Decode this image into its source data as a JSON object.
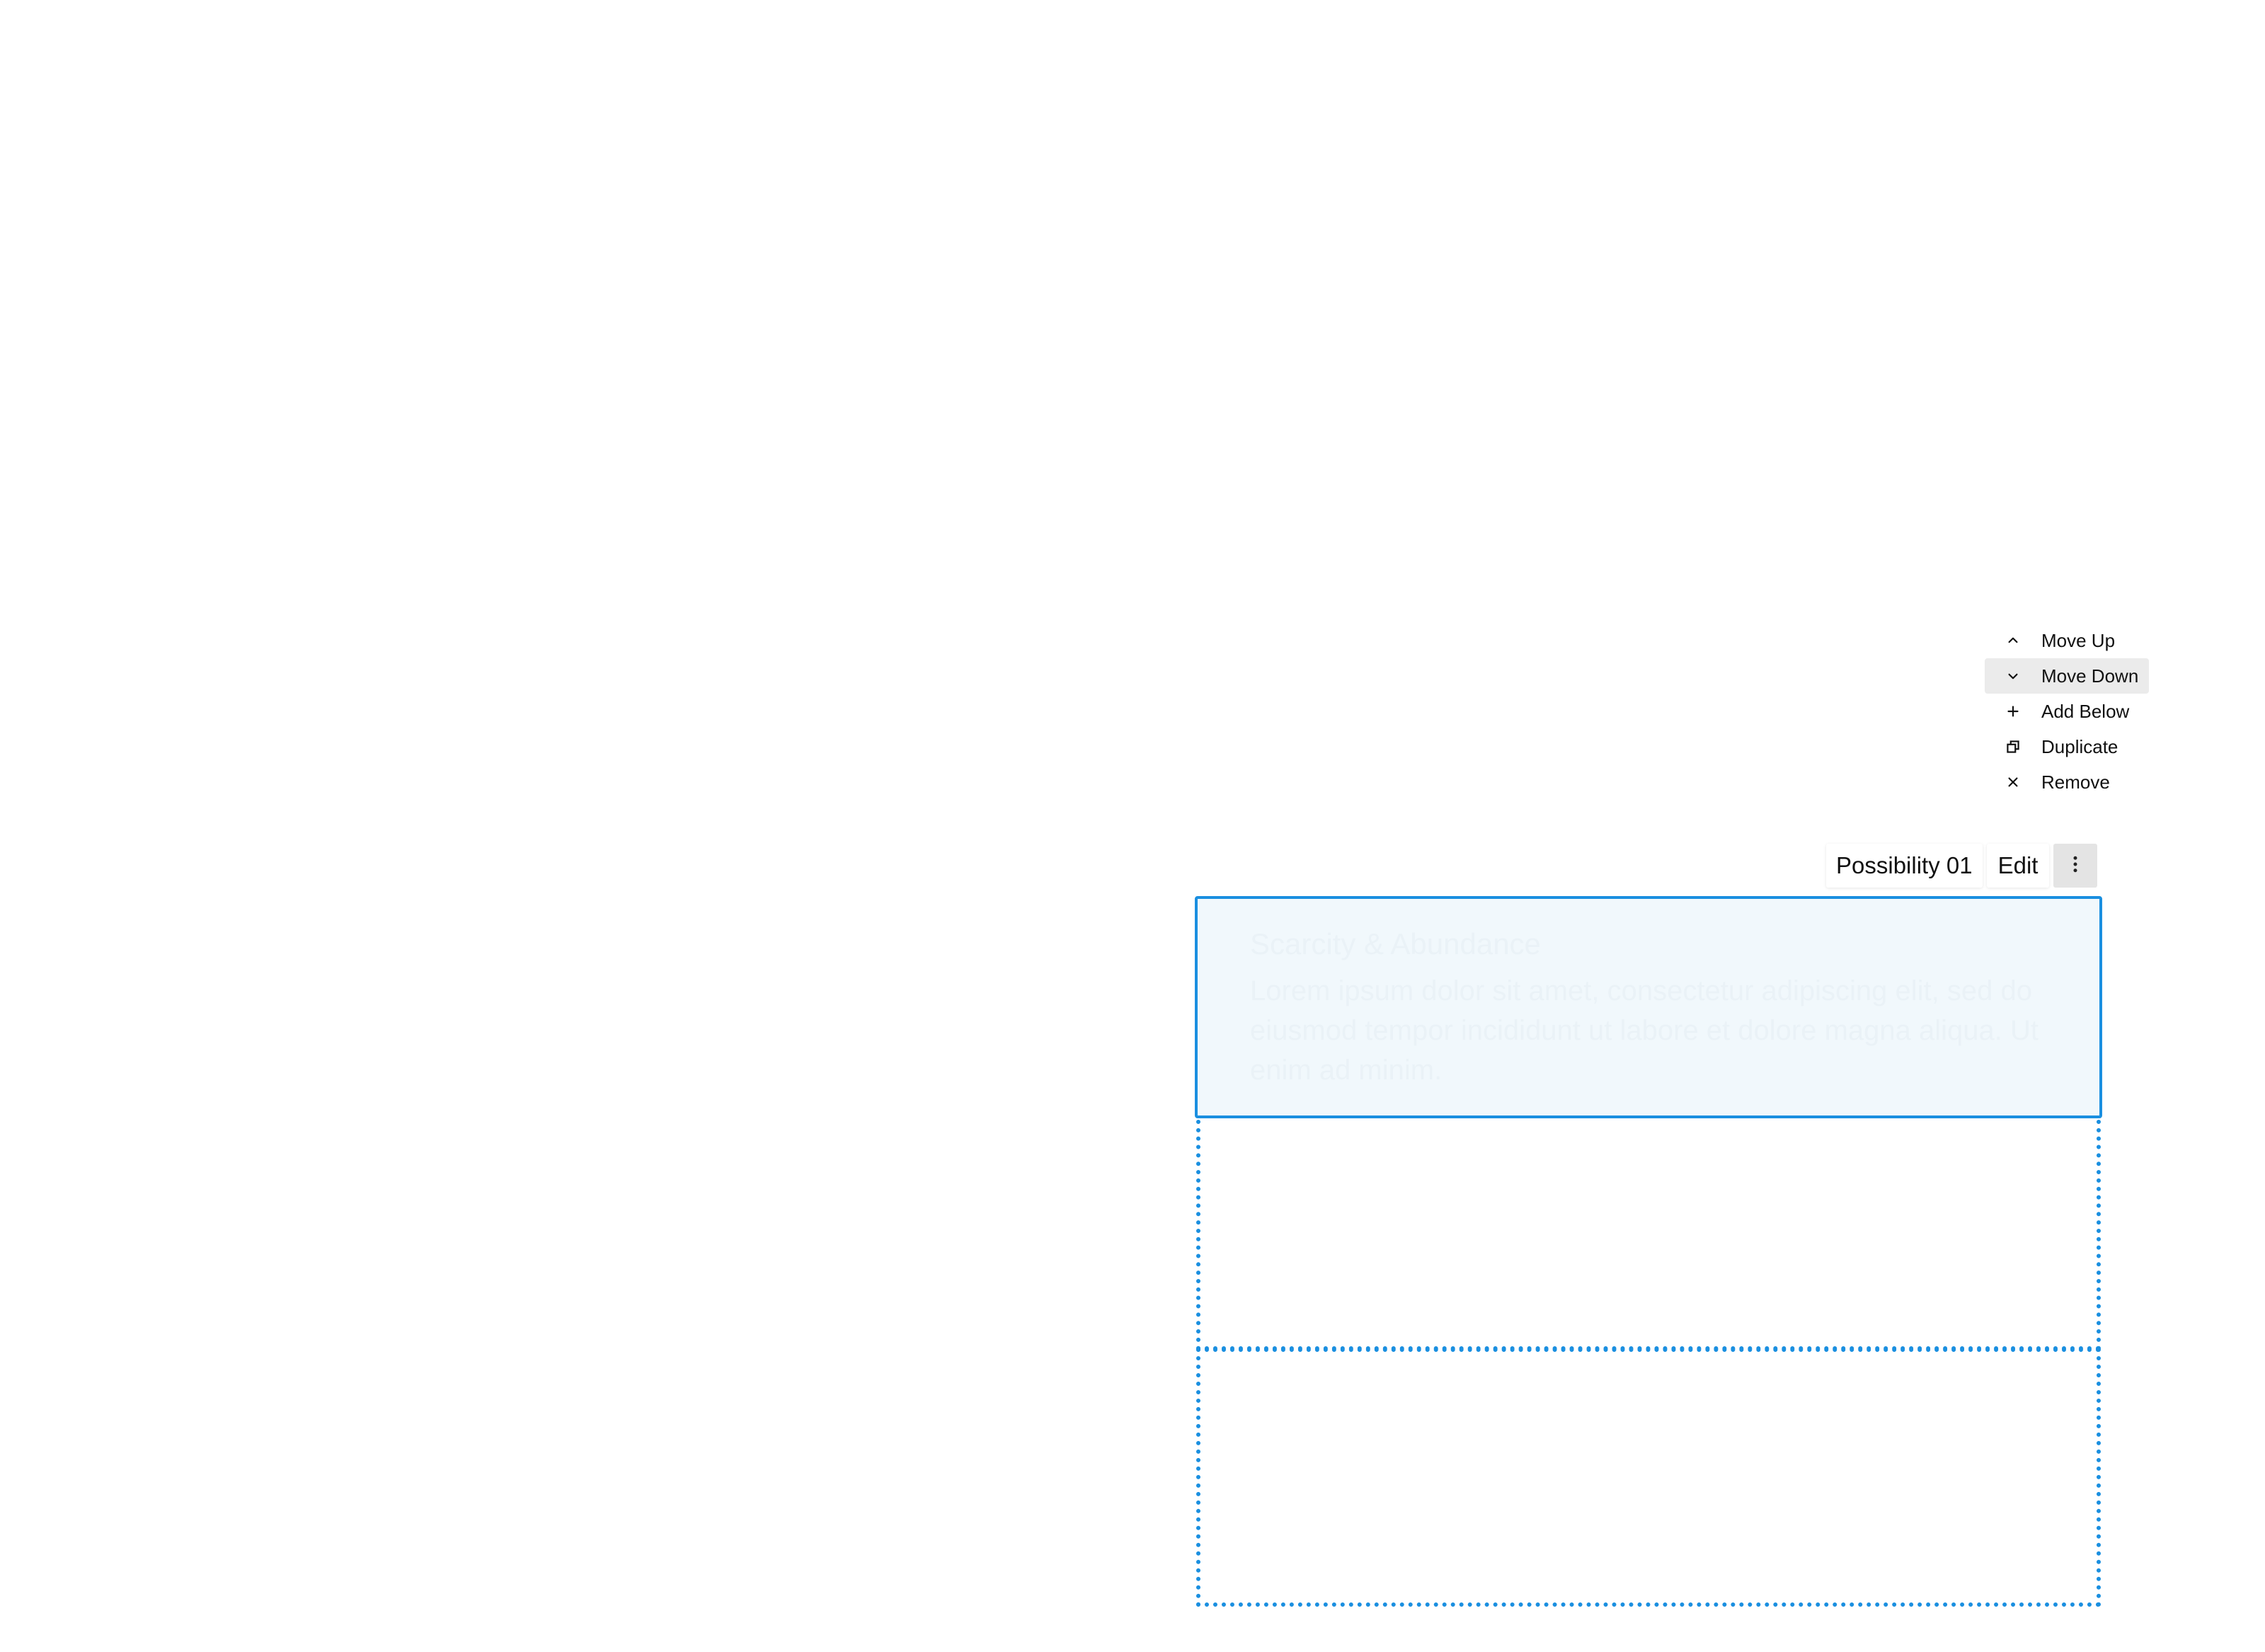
{
  "context_menu": {
    "items": [
      {
        "label": "Move Up",
        "icon": "chevron-up-icon"
      },
      {
        "label": "Move Down",
        "icon": "chevron-down-icon",
        "highlighted": true
      },
      {
        "label": "Add Below",
        "icon": "plus-icon"
      },
      {
        "label": "Duplicate",
        "icon": "duplicate-icon"
      },
      {
        "label": "Remove",
        "icon": "close-icon"
      }
    ]
  },
  "toolbar": {
    "block_name": "Possibility 01",
    "edit_label": "Edit",
    "more_icon": "more-vertical-icon"
  },
  "selected_block": {
    "heading": "Scarcity & Abundance",
    "body": "Lorem ipsum dolor sit amet, consectetur adipiscing elit, sed do eiusmod tempor incididunt ut labore et dolore magna aliqua. Ut enim ad minim."
  },
  "colors": {
    "accent": "#1a8fe0",
    "block_background": "#f1f8fc",
    "menu_highlight": "#ebebeb"
  }
}
